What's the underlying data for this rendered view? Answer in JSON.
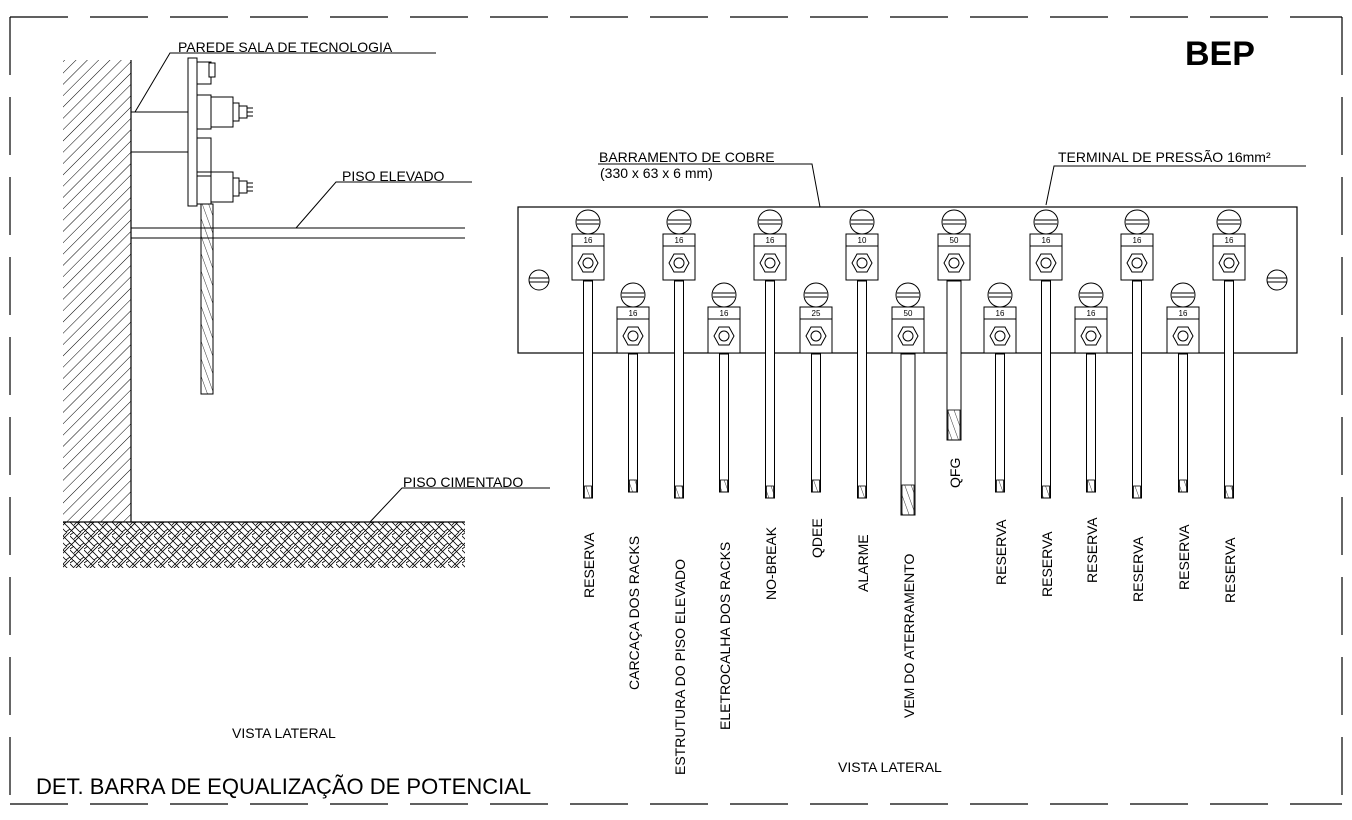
{
  "title": "BEP",
  "footer_title": "DET. BARRA DE EQUALIZAÇÃO DE POTENCIAL",
  "left_view": {
    "wall_label": "PAREDE SALA DE TECNOLOGIA",
    "raised_floor_label": "PISO ELEVADO",
    "cement_floor_label": "PISO CIMENTADO",
    "caption": "VISTA LATERAL"
  },
  "right_view": {
    "busbar_label": "BARRAMENTO DE COBRE",
    "busbar_dims": "(330 x 63 x 6 mm)",
    "terminal_label": "TERMINAL DE PRESSÃO 16mm²",
    "caption": "VISTA LATERAL"
  },
  "terminals": [
    {
      "gauge": "16",
      "label": "RESERVA"
    },
    {
      "gauge": "16",
      "label": "CARCAÇA DOS RACKS"
    },
    {
      "gauge": "16",
      "label": "ESTRUTURA DO PISO ELEVADO"
    },
    {
      "gauge": "16",
      "label": "ELETROCALHA DOS RACKS"
    },
    {
      "gauge": "16",
      "label": "NO-BREAK"
    },
    {
      "gauge": "25",
      "label": "QDEE"
    },
    {
      "gauge": "10",
      "label": "ALARME"
    },
    {
      "gauge": "50",
      "label": "VEM DO ATERRAMENTO"
    },
    {
      "gauge": "50",
      "label": "QFG"
    },
    {
      "gauge": "16",
      "label": "RESERVA"
    },
    {
      "gauge": "16",
      "label": "RESERVA"
    },
    {
      "gauge": "16",
      "label": "RESERVA"
    },
    {
      "gauge": "16",
      "label": "RESERVA"
    },
    {
      "gauge": "16",
      "label": "RESERVA"
    },
    {
      "gauge": "16",
      "label": "RESERVA"
    }
  ]
}
